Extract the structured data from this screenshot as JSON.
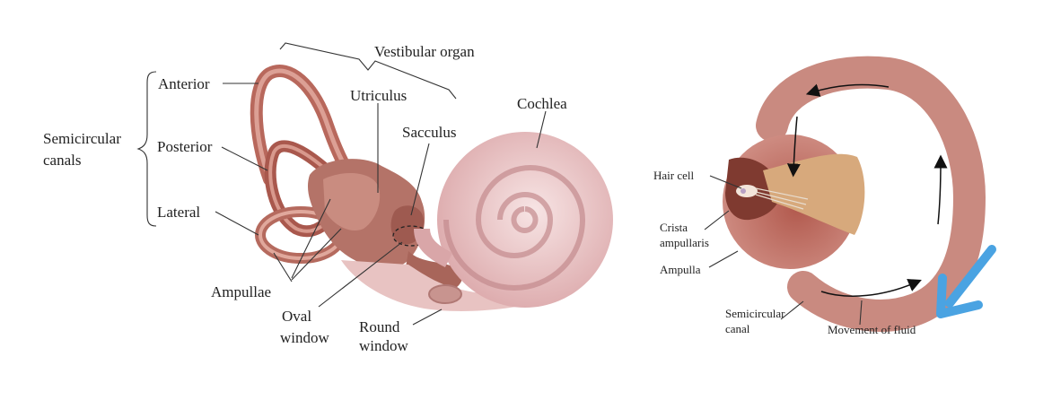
{
  "ear": {
    "labels": {
      "vestibular_organ": "Vestibular organ",
      "semicircular_line1": "Semicircular",
      "semicircular_line2": "canals",
      "anterior": "Anterior",
      "posterior": "Posterior",
      "lateral": "Lateral",
      "utriculus": "Utriculus",
      "sacculus": "Sacculus",
      "cochlea": "Cochlea",
      "ampullae": "Ampullae",
      "oval_line1": "Oval",
      "oval_line2": "window",
      "round_line1": "Round",
      "round_line2": "window"
    }
  },
  "canal": {
    "labels": {
      "hair_cell": "Hair cell",
      "crista_line1": "Crista",
      "crista_line2": "ampullaris",
      "ampulla": "Ampulla",
      "semicircular_line1": "Semicircular",
      "semicircular_line2": "canal",
      "movement": "Movement of fluid"
    }
  },
  "colors": {
    "canal_tissue": "#c98a80",
    "canal_dark": "#9c5548",
    "cochlea": "#ecc7c8",
    "ampulla_tan": "#d7a97c",
    "accent_arrow": "#4aa3e2"
  }
}
